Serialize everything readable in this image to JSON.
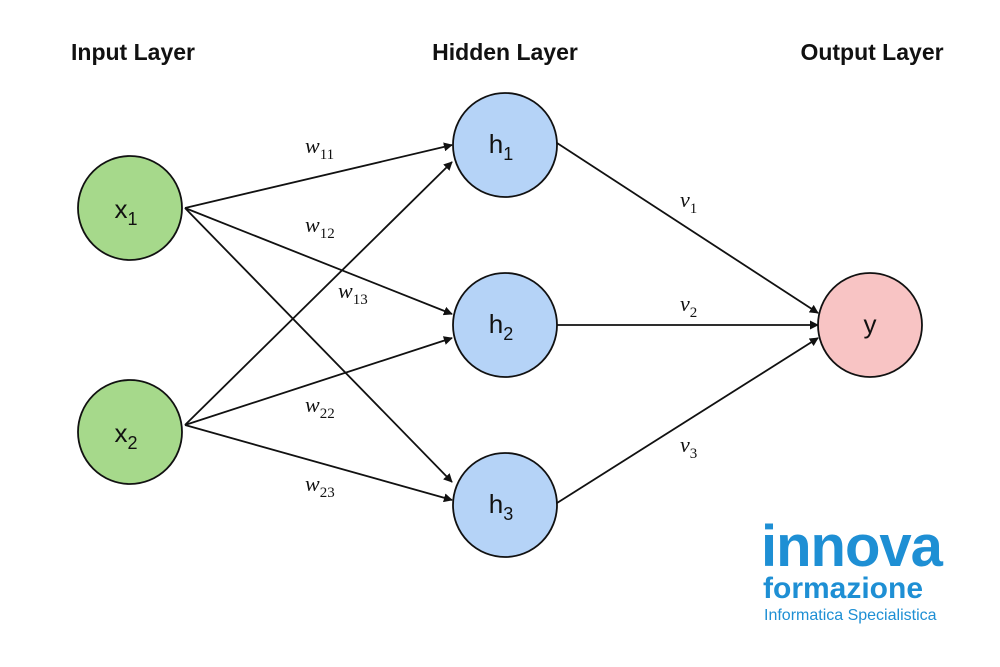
{
  "layers": {
    "input": "Input Layer",
    "hidden": "Hidden Layer",
    "output": "Output Layer"
  },
  "colors": {
    "input_fill": "#a6d98b",
    "hidden_fill": "#b5d3f7",
    "output_fill": "#f8c4c4",
    "stroke": "#111111",
    "brand": "#1e8fd4"
  },
  "nodes": {
    "x1": {
      "letter": "x",
      "sub": "1"
    },
    "x2": {
      "letter": "x",
      "sub": "2"
    },
    "h1": {
      "letter": "h",
      "sub": "1"
    },
    "h2": {
      "letter": "h",
      "sub": "2"
    },
    "h3": {
      "letter": "h",
      "sub": "3"
    },
    "y": {
      "letter": "y",
      "sub": ""
    }
  },
  "weights": {
    "w11": {
      "letter": "w",
      "sub": "11"
    },
    "w12": {
      "letter": "w",
      "sub": "12"
    },
    "w13": {
      "letter": "w",
      "sub": "13"
    },
    "w22": {
      "letter": "w",
      "sub": "22"
    },
    "w23": {
      "letter": "w",
      "sub": "23"
    },
    "v1": {
      "letter": "v",
      "sub": "1"
    },
    "v2": {
      "letter": "v",
      "sub": "2"
    },
    "v3": {
      "letter": "v",
      "sub": "3"
    }
  },
  "logo": {
    "word": "innova",
    "line2": "formazione",
    "tagline": "Informatica Specialistica"
  }
}
